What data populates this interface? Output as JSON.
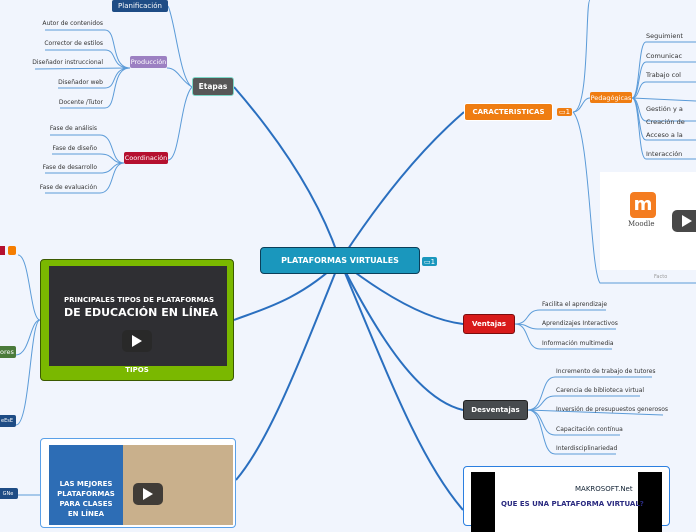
{
  "central": {
    "label": "PLATAFORMAS VIRTUALES",
    "comments": "1",
    "color": "#1a97bd"
  },
  "etapas": {
    "label": "Etapas",
    "planificacion": "Planificación",
    "produccion": {
      "label": "Producción",
      "items": [
        "Autor de contenidos",
        "Corrector de estilos",
        "Diseñador instruccional",
        "Diseñador web",
        "Docente /Tutor"
      ]
    },
    "coordinacion": {
      "label": "Coordinación",
      "items": [
        "Fase de análisis",
        "Fase de diseño",
        "Fase de desarrollo",
        "Fase de evaluación"
      ]
    }
  },
  "caracteristicas": {
    "label": "CARACTERISTICAS",
    "comments": "1",
    "pedagogicas": {
      "label": "Pedagógicas",
      "items": [
        "Seguimient",
        "Comunicac",
        "Trabajo col",
        "Gestión y a",
        "Creación de",
        "Acceso a la",
        "Interacción"
      ]
    },
    "video": {
      "logo": "Moodle",
      "caption": "Facto"
    }
  },
  "ventajas": {
    "label": "Ventajas",
    "items": [
      "Facilita el aprendizaje",
      "Aprendizajes Interactivos",
      "Información multimedia"
    ]
  },
  "desventajas": {
    "label": "Desventajas",
    "items": [
      "Incremento de trabajo de tutores",
      "Carencia de biblioteca virtual",
      "Inversión de presupuestos generosos",
      "Capacitación contínua",
      "Interdisciplinariedad"
    ]
  },
  "video_makrosoft": {
    "brand": "MAKROSOFT.Net",
    "title": "QUE ES UNA PLATAFORMA VIRTUAL?"
  },
  "tipos": {
    "label": "TIPOS",
    "video_title_1": "PRINCIPALES TIPOS DE PLATAFORMAS",
    "video_title_2": "DE EDUCACIÓN EN LÍNEA"
  },
  "video_mejores": {
    "title": "LAS MEJORES PLATAFORMAS PARA CLASES EN LÍNEA"
  },
  "left_stubs": [
    "ores",
    "eEsE",
    "GNe"
  ]
}
